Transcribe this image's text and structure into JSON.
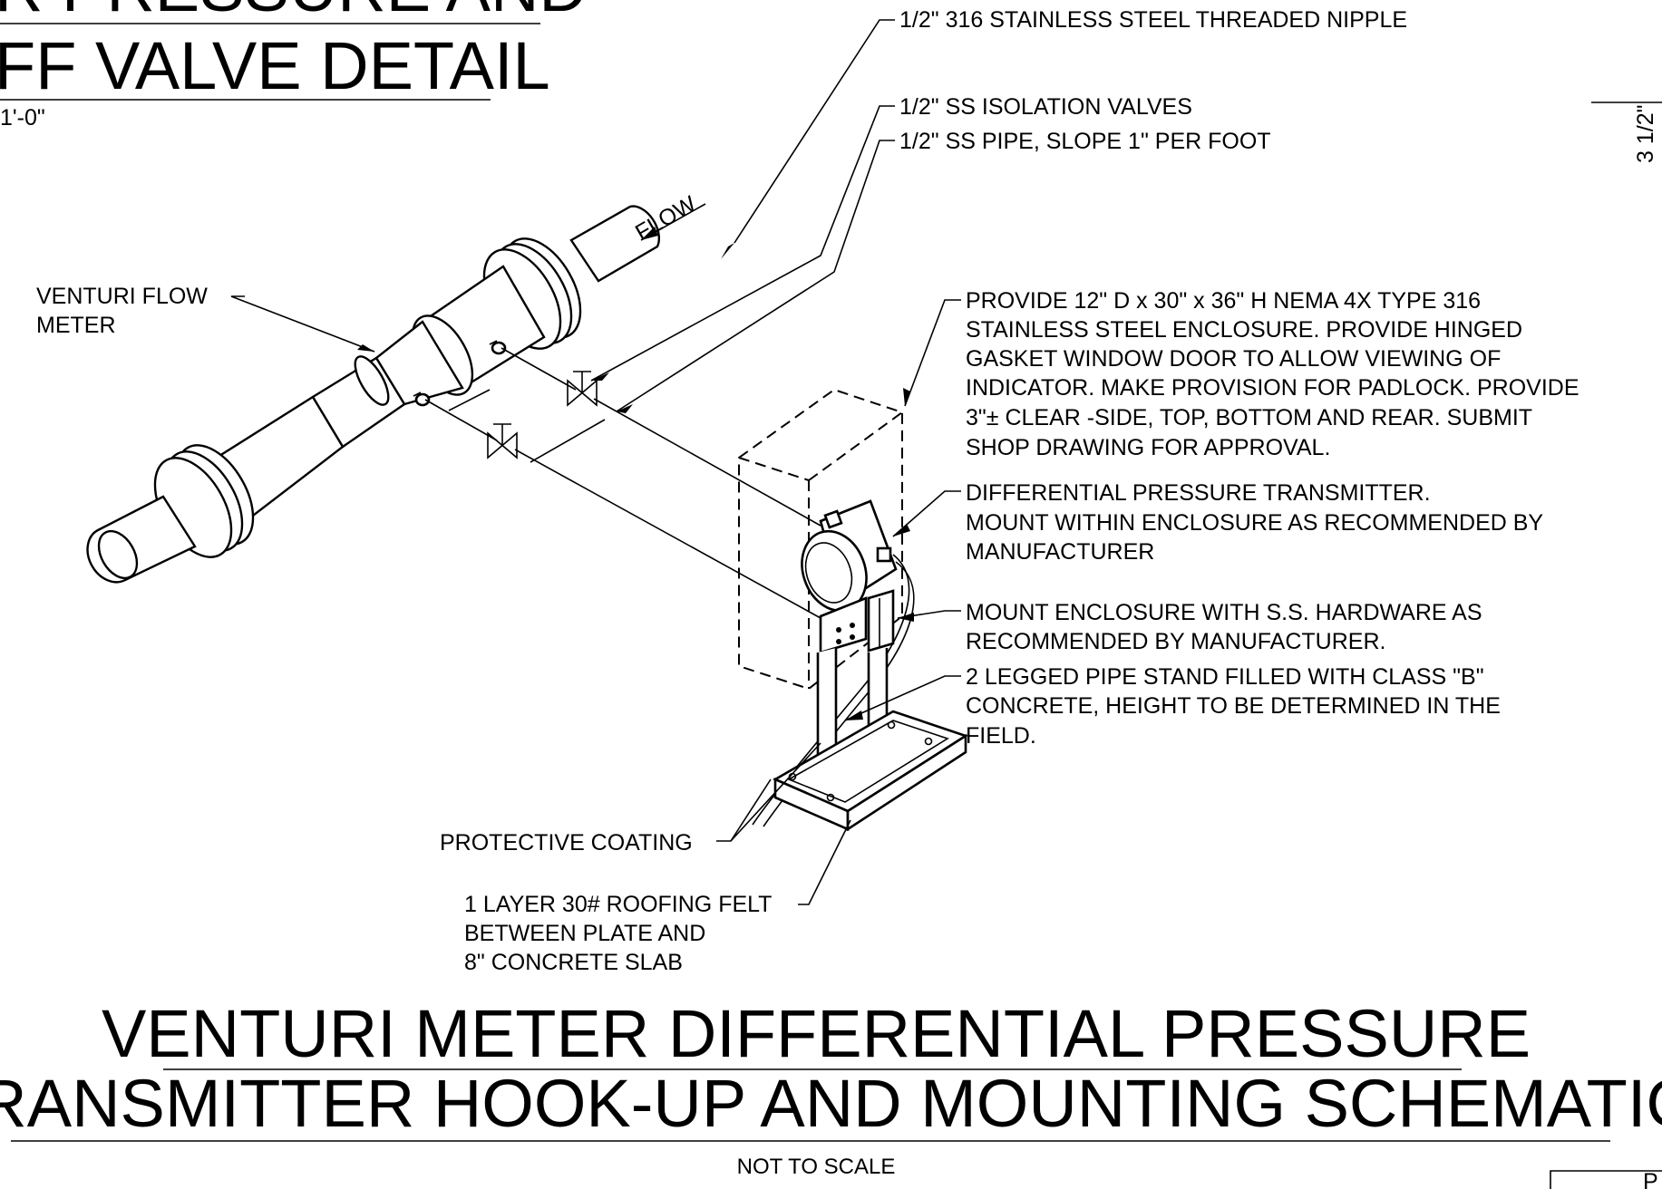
{
  "partial_title": {
    "line1": "R PRESSURE AND",
    "line2": "FF VALVE DETAIL",
    "scale": "1'-0\""
  },
  "labels": {
    "nipple": "1/2\" 316 STAINLESS STEEL THREADED NIPPLE",
    "isolation_valves": "1/2\" SS ISOLATION VALVES",
    "ss_pipe": "1/2\" SS PIPE, SLOPE 1\" PER FOOT",
    "flow": "FLOW",
    "venturi_line1": "VENTURI FLOW",
    "venturi_line2": "METER",
    "enclosure": [
      "PROVIDE 12\" D x 30\" x 36\" H NEMA 4X TYPE 316",
      "STAINLESS STEEL ENCLOSURE. PROVIDE HINGED",
      "GASKET WINDOW DOOR TO ALLOW VIEWING OF",
      "INDICATOR. MAKE PROVISION FOR PADLOCK. PROVIDE",
      "3\"± CLEAR -SIDE, TOP, BOTTOM AND REAR. SUBMIT",
      "SHOP DRAWING FOR APPROVAL."
    ],
    "transmitter": [
      "DIFFERENTIAL PRESSURE TRANSMITTER.",
      "MOUNT WITHIN ENCLOSURE AS RECOMMENDED BY",
      "MANUFACTURER"
    ],
    "hardware": [
      "MOUNT ENCLOSURE WITH S.S. HARDWARE AS",
      "RECOMMENDED BY MANUFACTURER."
    ],
    "stand": [
      "2 LEGGED PIPE STAND FILLED WITH CLASS \"B\"",
      "CONCRETE, HEIGHT TO BE DETERMINED IN THE",
      "FIELD."
    ],
    "coating": "PROTECTIVE COATING",
    "felt": [
      "1 LAYER 30# ROOFING FELT",
      "BETWEEN PLATE AND",
      "8\" CONCRETE SLAB"
    ],
    "edge_dim": "3 1/2\""
  },
  "title": {
    "line1": "VENTURI METER DIFFERENTIAL PRESSURE",
    "line2": "TRANSMITTER HOOK-UP AND MOUNTING SCHEMATIC",
    "scale": "NOT TO SCALE"
  },
  "edge_fragment": "P"
}
